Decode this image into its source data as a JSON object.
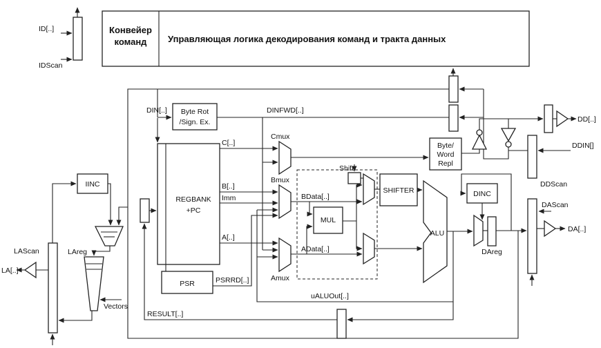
{
  "header": {
    "pipeline_line1": "Конвейер",
    "pipeline_line2": "команд",
    "control": "Управляющая логика декодирования команд и тракта данных"
  },
  "blocks": {
    "byte_rot_1": "Byte Rot",
    "byte_rot_2": "/Sign. Ex.",
    "regbank_1": "REGBANK",
    "regbank_2": "+PC",
    "psr": "PSR",
    "iinc": "IINC",
    "dinc": "DINC",
    "mul": "MUL",
    "shifter": "SHIFTER",
    "alu": "ALU",
    "byte_word_1": "Byte/",
    "byte_word_2": "Word",
    "byte_word_3": "Repl",
    "cmux": "Cmux",
    "bmux": "Bmux",
    "amux": "Amux",
    "lareg": "LAreg",
    "dareg": "DAreg"
  },
  "signals": {
    "id": "ID[..]",
    "idscan": "IDScan",
    "din": "DIN[..]",
    "dinfwd": "DINFWD[..]",
    "c": "C[..]",
    "b": "B[..]",
    "imm": "Imm",
    "a": "A[..]",
    "psrrd": "PSRRD[..]",
    "bdata": "BData[..]",
    "adata": "AData[..]",
    "shift": "Shift",
    "ualuout": "uALUOut[..]",
    "result": "RESULT[..]",
    "vectors": "Vectors",
    "lascan": "LAScan",
    "la": "LA[..]",
    "dascan": "DAScan",
    "da": "DA[..]",
    "dd": "DD[..]",
    "ddin": "DDIN[]",
    "ddscan": "DDScan"
  },
  "colors": {
    "line": "#222222",
    "background": "#ffffff"
  }
}
